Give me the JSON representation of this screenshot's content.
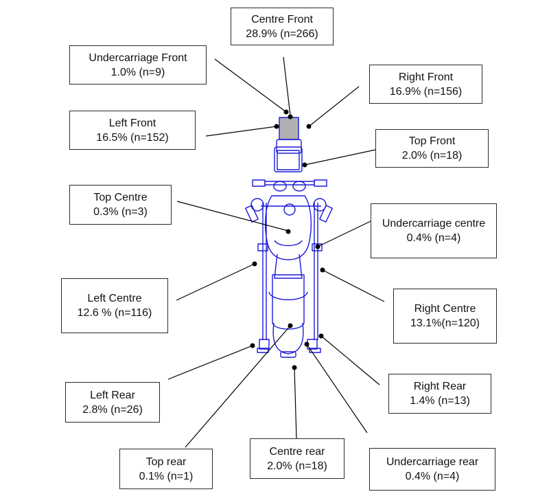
{
  "colors": {
    "outline": "#1a1adb",
    "leader": "#000000",
    "box_border": "#2a2a2a",
    "highlight": "#b0b0b0"
  },
  "regions": {
    "centre_front": {
      "name": "Centre Front",
      "value": "28.9% (n=266)"
    },
    "undercarriage_front": {
      "name": "Undercarriage Front",
      "value": "1.0% (n=9)"
    },
    "right_front": {
      "name": "Right Front",
      "value": "16.9% (n=156)"
    },
    "left_front": {
      "name": "Left Front",
      "value": "16.5% (n=152)"
    },
    "top_front": {
      "name": "Top Front",
      "value": "2.0% (n=18)"
    },
    "top_centre": {
      "name": "Top Centre",
      "value": "0.3% (n=3)"
    },
    "undercarriage_centre": {
      "name": "Undercarriage centre",
      "value": "0.4% (n=4)"
    },
    "left_centre": {
      "name": "Left Centre",
      "value": "12.6 % (n=116)"
    },
    "right_centre": {
      "name": "Right Centre",
      "value": "13.1%(n=120)"
    },
    "left_rear": {
      "name": "Left Rear",
      "value": "2.8% (n=26)"
    },
    "right_rear": {
      "name": "Right Rear",
      "value": "1.4% (n=13)"
    },
    "top_rear": {
      "name": "Top rear",
      "value": "0.1% (n=1)"
    },
    "centre_rear": {
      "name": "Centre rear",
      "value": "2.0% (n=18)"
    },
    "undercarriage_rear": {
      "name": "Undercarriage rear",
      "value": "0.4% (n=4)"
    }
  }
}
